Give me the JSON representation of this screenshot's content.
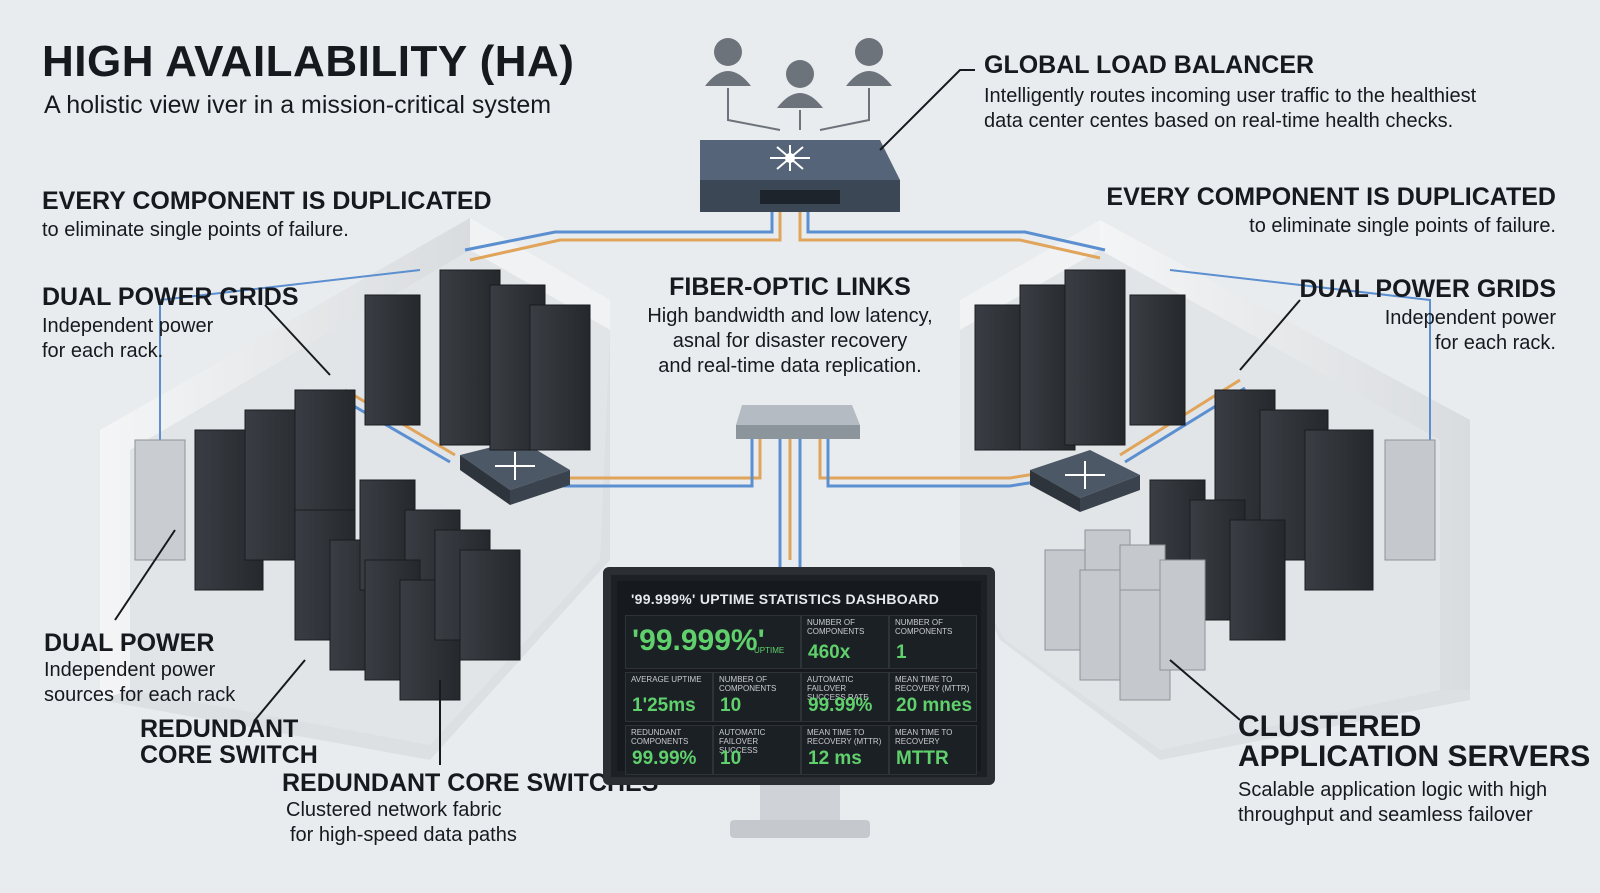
{
  "title": "HIGH AVAILABILITY (HA)",
  "subtitle": "A holistic view iver in a mission-critical system",
  "load_balancer": {
    "heading": "GLOBAL LOAD BALANCER",
    "line1": "Intelligently routes incoming user traffic to the healthiest",
    "line2": "data center centes based on real-time health checks."
  },
  "left": {
    "dup_heading": "EVERY COMPONENT IS DUPLICATED",
    "dup_text": "to eliminate single points of failure.",
    "grids_heading": "DUAL POWER GRIDS",
    "grids_line1": "Independent power",
    "grids_line2": "for each rack.",
    "dual_power_heading": "DUAL POWER",
    "dual_power_line1": "Independent power",
    "dual_power_line2": "sources for each rack",
    "core_switch_line1": "REDUNDANT",
    "core_switch_line2": "CORE SWITCH",
    "core_switches_heading": "REDUNDANT CORE SWITCHES",
    "core_switches_line1": "Clustered network fabric",
    "core_switches_line2": "for high-speed data paths"
  },
  "right": {
    "dup_heading": "EVERY COMPONENT IS DUPLICATED",
    "dup_text": "to eliminate single points of failure.",
    "grids_heading": "DUAL POWER GRIDS",
    "grids_line1": "Independent power",
    "grids_line2": "for each rack.",
    "servers_line1": "CLUSTERED",
    "servers_line2": "APPLICATION SERVERS",
    "servers_text1": "Scalable application logic with high",
    "servers_text2": "throughput and seamless failover"
  },
  "fiber": {
    "heading": "FIBER-OPTIC LINKS",
    "line1": "High bandwidth and low latency,",
    "line2": "asnal for disaster recovery",
    "line3": "and real-time data replication."
  },
  "dashboard": {
    "title": "'99.999%' UPTIME STATISTICS DASHBOARD",
    "big_value": "'99.999%'",
    "big_unit": "UPTIME",
    "cells": [
      {
        "label": "NUMBER OF COMPONENTS",
        "value": "460x"
      },
      {
        "label": "NUMBER OF COMPONENTS",
        "value": "1"
      },
      {
        "label": "AVERAGE UPTIME",
        "value": "1'25ms"
      },
      {
        "label": "NUMBER OF COMPONENTS",
        "value": "10"
      },
      {
        "label": "AUTOMATIC FAILOVER SUCCESS RATE",
        "value": "99.99%"
      },
      {
        "label": "MEAN TIME TO RECOVERY (MTTR)",
        "value": "20 mnes"
      },
      {
        "label": "REDUNDANT COMPONENTS",
        "value": "99.99%"
      },
      {
        "label": "AUTOMATIC FAILOVER SUCCESS",
        "value": "10"
      },
      {
        "label": "MEAN TIME TO RECOVERY (MTTR)",
        "value": "12 ms"
      },
      {
        "label": "MEAN TIME TO RECOVERY",
        "value": "MTTR"
      }
    ]
  },
  "colors": {
    "background": "#e9ecef",
    "fiber_orange": "#e0a45a",
    "fiber_blue": "#5b8fd0",
    "rack_dark": "#2e3237",
    "dashboard_green": "#5fd06b"
  }
}
